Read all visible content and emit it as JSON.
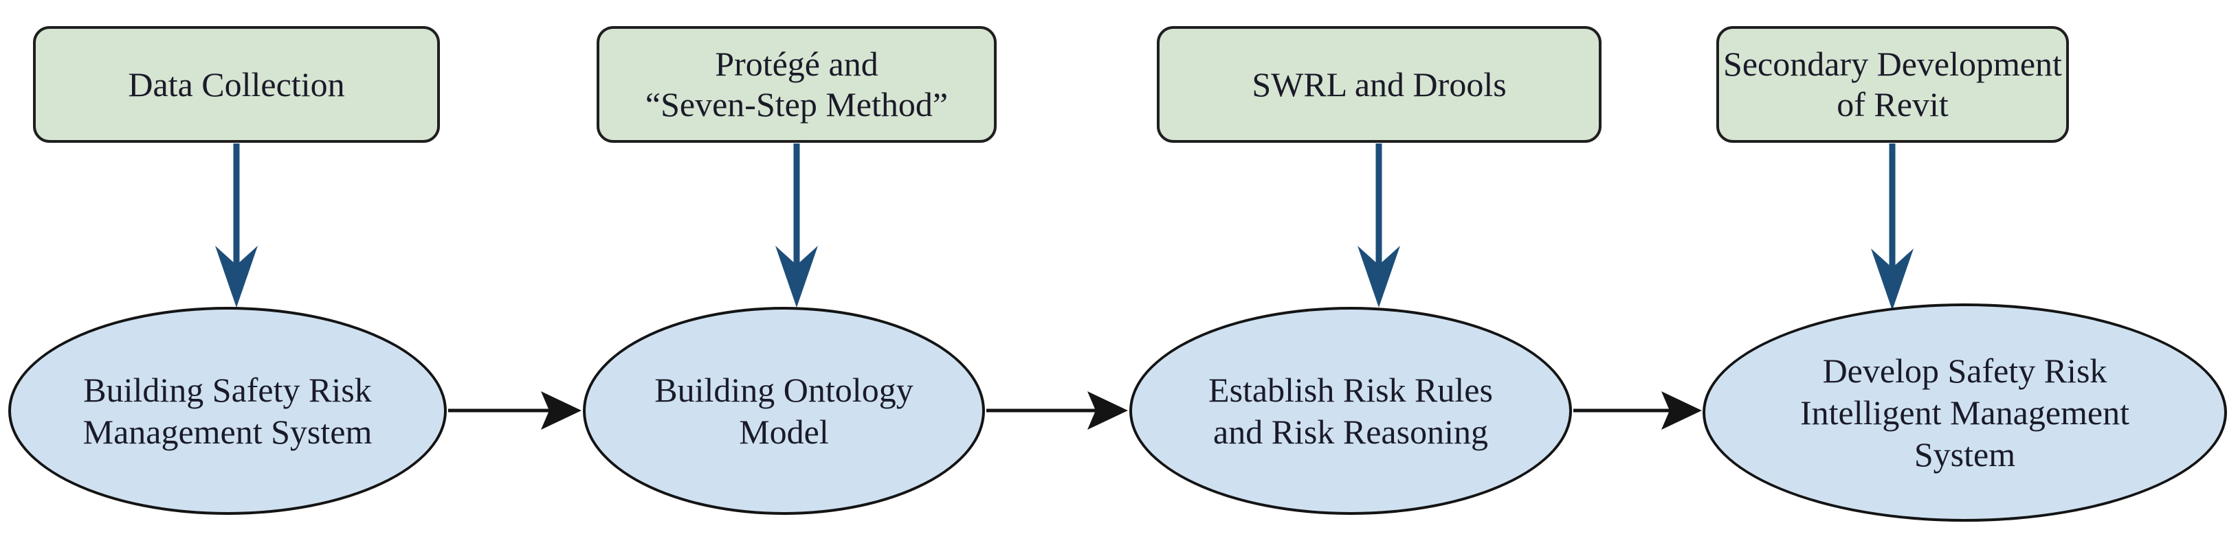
{
  "figure": {
    "type": "flowchart",
    "description": "Four-step methodology flow: tools (green boxes) feed into stages (blue ellipses) which proceed left to right",
    "columns": [
      {
        "tool": {
          "label": "Data Collection"
        },
        "stage": {
          "label": "Building Safety Risk\nManagement System"
        }
      },
      {
        "tool": {
          "label": "Protégé and\n“Seven-Step Method”"
        },
        "stage": {
          "label": "Building Ontology\nModel"
        }
      },
      {
        "tool": {
          "label": "SWRL and Drools"
        },
        "stage": {
          "label": "Establish Risk Rules\nand Risk Reasoning"
        }
      },
      {
        "tool": {
          "label": "Secondary Development\nof Revit"
        },
        "stage": {
          "label": "Develop Safety Risk\nIntelligent Management\nSystem"
        }
      }
    ],
    "colors": {
      "tool_box_fill": "#d6e4d2",
      "stage_ellipse_fill": "#cfe1f1",
      "outline": "#1f1f1f",
      "down_arrow": "#1d4e79",
      "flow_arrow": "#141414",
      "text": "#1a1a28",
      "background": "#ffffff"
    }
  }
}
